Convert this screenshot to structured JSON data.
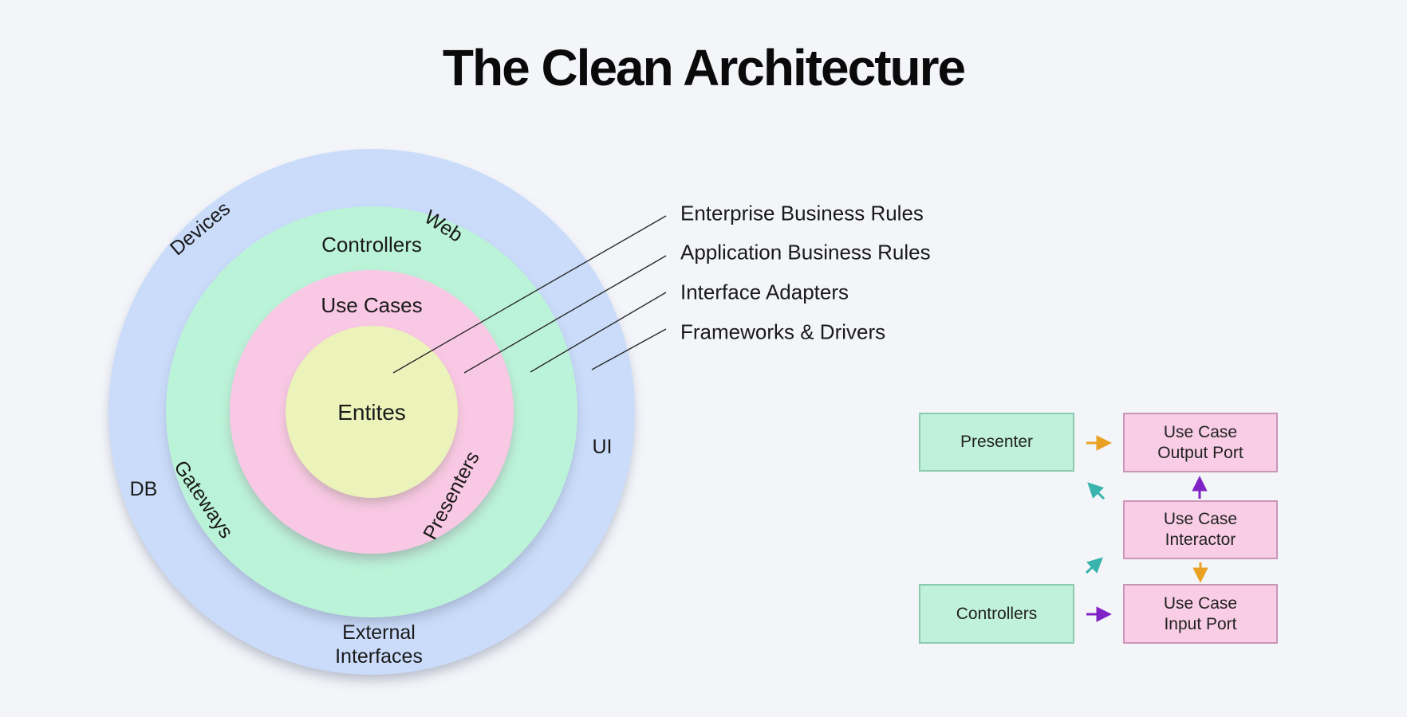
{
  "title": "The Clean Architecture",
  "diagram": {
    "rings": [
      {
        "name": "frameworks-and-drivers",
        "color": "#cadcfa"
      },
      {
        "name": "interface-adapters",
        "color": "#bbf3d8"
      },
      {
        "name": "application-business-rules",
        "color": "#f9c8e4"
      },
      {
        "name": "enterprise-business-rules",
        "color": "#ebf2ba"
      }
    ],
    "labels": [
      {
        "text": "Devices"
      },
      {
        "text": "Web"
      },
      {
        "text": "Controllers"
      },
      {
        "text": "Use Cases"
      },
      {
        "text": "Entites"
      },
      {
        "text": "DB"
      },
      {
        "text": "Gateways"
      },
      {
        "text": "Presenters"
      },
      {
        "text": "UI"
      },
      {
        "text": "External\nInterfaces"
      }
    ],
    "callouts": [
      {
        "label": "Enterprise Business Rules"
      },
      {
        "label": "Application Business Rules"
      },
      {
        "label": "Interface Adapters"
      },
      {
        "label": "Frameworks & Drivers"
      }
    ]
  },
  "flow": {
    "boxes": [
      {
        "label": "Presenter",
        "kind": "green"
      },
      {
        "label": "Use Case\nOutput Port",
        "kind": "pink"
      },
      {
        "label": "Use Case\nInteractor",
        "kind": "pink"
      },
      {
        "label": "Controllers",
        "kind": "green"
      },
      {
        "label": "Use Case\nInput Port",
        "kind": "pink"
      }
    ],
    "arrows": [
      {
        "name": "presenter-to-output-port",
        "color": "orange"
      },
      {
        "name": "interactor-to-output-port",
        "color": "purple"
      },
      {
        "name": "interactor-to-input-port",
        "color": "orange"
      },
      {
        "name": "controllers-to-input-port",
        "color": "purple"
      },
      {
        "name": "up-left-to-presenter",
        "color": "teal"
      },
      {
        "name": "up-right-to-interactor",
        "color": "teal"
      }
    ]
  },
  "colors": {
    "background": "#f3f5f9",
    "line": "#2a2a2a",
    "orange": "#e9a122",
    "purple": "#8023c6",
    "teal": "#38b4ad",
    "green_box_fill": "#c0f1da",
    "green_box_border": "#8ccaad",
    "pink_box_fill": "#f8cde5",
    "pink_box_border": "#c996b8"
  }
}
